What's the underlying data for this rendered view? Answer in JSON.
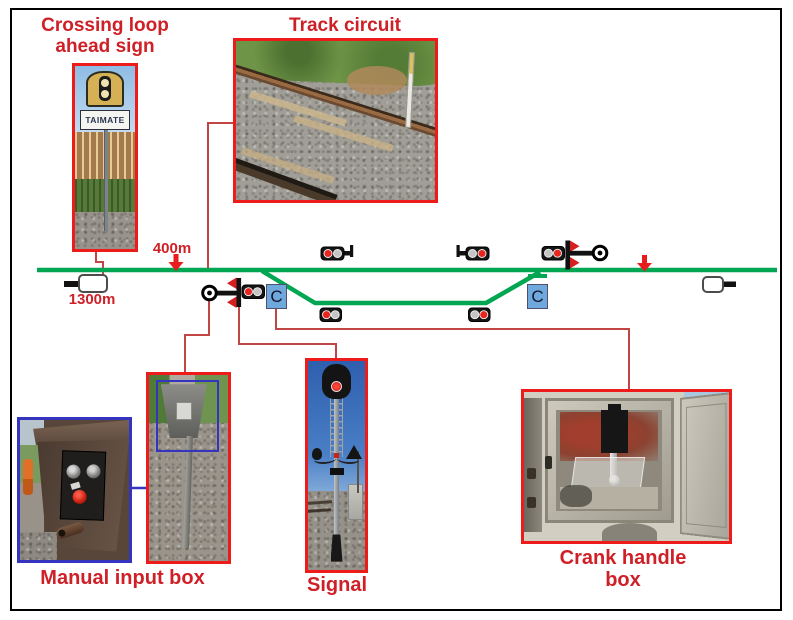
{
  "callouts": {
    "crossing_loop_sign": {
      "label": "Crossing loop\nahead sign",
      "sign_text": "TAIMATE"
    },
    "track_circuit": {
      "label": "Track circuit"
    },
    "manual_input_box": {
      "label": "Manual input box"
    },
    "signal": {
      "label": "Signal"
    },
    "crank_handle_box": {
      "label": "Crank handle box"
    }
  },
  "schematic": {
    "distance_outer": "1300m",
    "distance_inner": "400m",
    "crank_marker_left": "C",
    "crank_marker_right": "C"
  },
  "colors": {
    "track_green": "#00a651",
    "callout_red": "#cf2027",
    "photo_border_red": "#ee1b1b",
    "photo_border_blue": "#3434bf",
    "connector_red": "#c24545",
    "crank_marker_fill": "#6fa8dc",
    "signal_red_lamp": "#e8251f",
    "signal_grey_lamp": "#c4c4c4"
  }
}
